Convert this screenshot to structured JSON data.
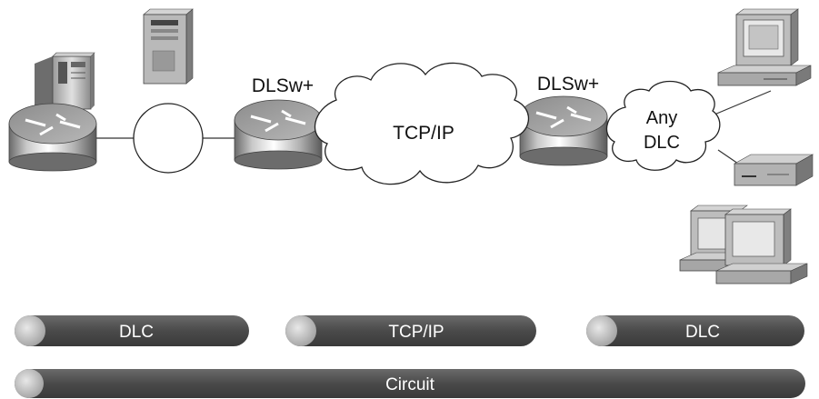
{
  "labels": {
    "dlsw_left": "DLSw+",
    "dlsw_right": "DLSw+",
    "wan_cloud": "TCP/IP",
    "dlc_cloud_line1": "Any",
    "dlc_cloud_line2": "DLC"
  },
  "bars": {
    "segment_1": "DLC",
    "segment_2": "TCP/IP",
    "segment_3": "DLC",
    "circuit": "Circuit"
  }
}
